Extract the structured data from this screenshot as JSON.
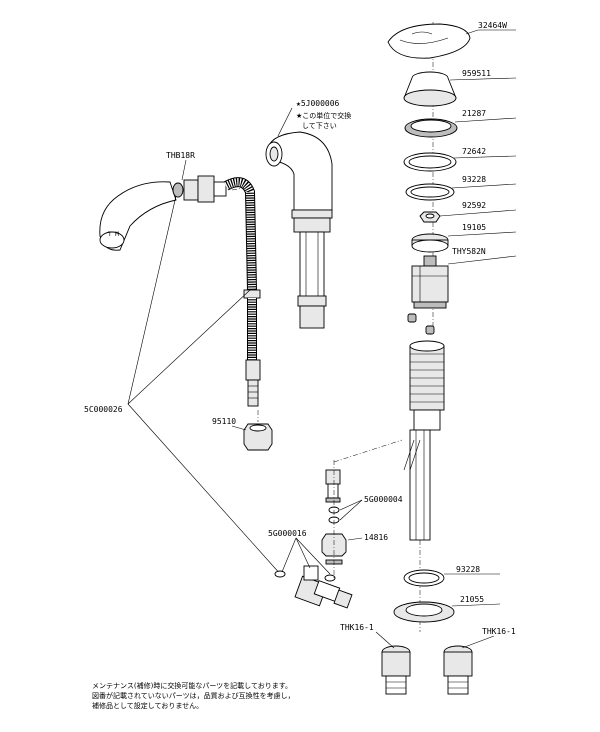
{
  "parts": {
    "p32464W": "32464W",
    "p959511": "959511",
    "p21287": "21287",
    "p72642": "72642",
    "p93228_top": "93228",
    "p92592": "92592",
    "p19105": "19105",
    "pTHY582N": "THY582N",
    "p5J000006": "★5J000006",
    "p5J_note1": "★この単位で交換",
    "p5J_note2": "して下さい",
    "pTHB18R": "THB18R",
    "p5C000026": "5C000026",
    "p95110": "95110",
    "p5G000004": "5G000004",
    "p14816": "14816",
    "p5G000016": "5G000016",
    "p93228_bottom": "93228",
    "p21055": "21055",
    "pTHK16_left": "THK16-1",
    "pTHK16_right": "THK16-1"
  },
  "footnote": {
    "line1": "メンテナンス(補修)時に交換可能なパーツを記載しております。",
    "line2": "図番が記載されていないパーツは，品質および互換性を考慮し，",
    "line3": "補修品として設定しておりません。"
  }
}
